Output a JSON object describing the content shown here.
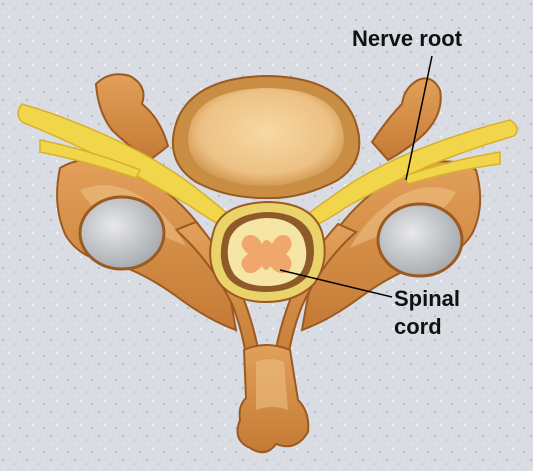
{
  "labels": {
    "nerve_root": "Nerve root",
    "spinal_cord_line1": "Spinal",
    "spinal_cord_line2": "cord"
  },
  "colors": {
    "background": "#d9dde3",
    "bone_dark": "#b6702c",
    "bone_mid": "#d58f47",
    "bone_light": "#efc286",
    "disc_fill": "#efcb8c",
    "disc_ring": "#d5a35c",
    "cartilage": "#c9cbcd",
    "nerve": "#f1d54a",
    "nerve_edge": "#d8b12a",
    "cord_outer": "#e9d36a",
    "cord_inner": "#f6e6a6",
    "gray_matter": "#f0a76c",
    "leader_line": "#000000"
  }
}
